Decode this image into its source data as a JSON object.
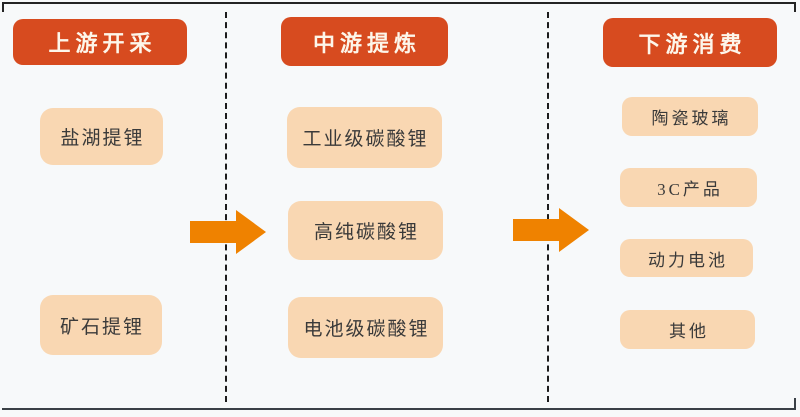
{
  "diagram": {
    "columns": [
      {
        "id": "upstream",
        "header": "上游开采",
        "items": [
          "盐湖提锂",
          "矿石提锂"
        ]
      },
      {
        "id": "midstream",
        "header": "中游提炼",
        "items": [
          "工业级碳酸锂",
          "高纯碳酸锂",
          "电池级碳酸锂"
        ]
      },
      {
        "id": "downstream",
        "header": "下游消费",
        "items": [
          "陶瓷玻璃",
          "3C产品",
          "动力电池",
          "其他"
        ]
      }
    ],
    "arrows": [
      {
        "from": "上游开采",
        "to": "中游提炼",
        "direction": "right"
      },
      {
        "from": "中游提炼",
        "to": "下游消费",
        "direction": "right"
      }
    ],
    "colors": {
      "header_bg": "#D74B1F",
      "header_text": "#FDF6EA",
      "item_bg": "#F9D7B2",
      "item_text": "#3A3A3A",
      "arrow": "#EF8200",
      "background": "#F7F9FA",
      "border": "#2E3338"
    }
  }
}
